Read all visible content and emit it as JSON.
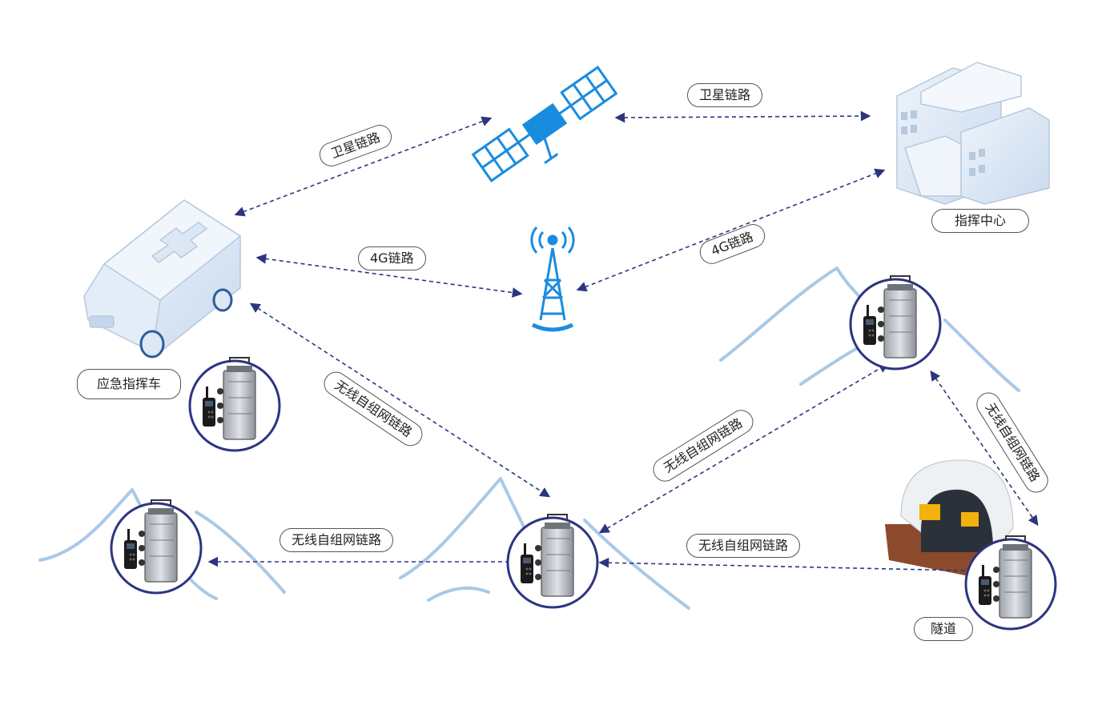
{
  "labels": {
    "sat_link_left": "卫星链路",
    "sat_link_right": "卫星链路",
    "g4_link_left": "4G链路",
    "g4_link_right": "4G链路",
    "command_center": "指挥中心",
    "emergency_vehicle": "应急指挥车",
    "mesh_link_vehicle": "无线自组网链路",
    "mesh_link_center_right": "无线自组网链路",
    "mesh_link_right_vertical": "无线自组网链路",
    "mesh_link_bottom_left": "无线自组网链路",
    "mesh_link_bottom_right": "无线自组网链路",
    "tunnel": "隧道"
  },
  "colors": {
    "arrow": "#2d3580",
    "ring": "#2d3580",
    "mountain": "#a9c9e6",
    "building": "#dbe7f5",
    "satellite": "#1a8ce0",
    "tower": "#1a8ce0"
  },
  "icons": [
    "satellite-icon",
    "cell-tower-icon",
    "building-icon",
    "ambulance-icon",
    "radio-node-icon",
    "mountain-icon",
    "tunnel-icon"
  ]
}
